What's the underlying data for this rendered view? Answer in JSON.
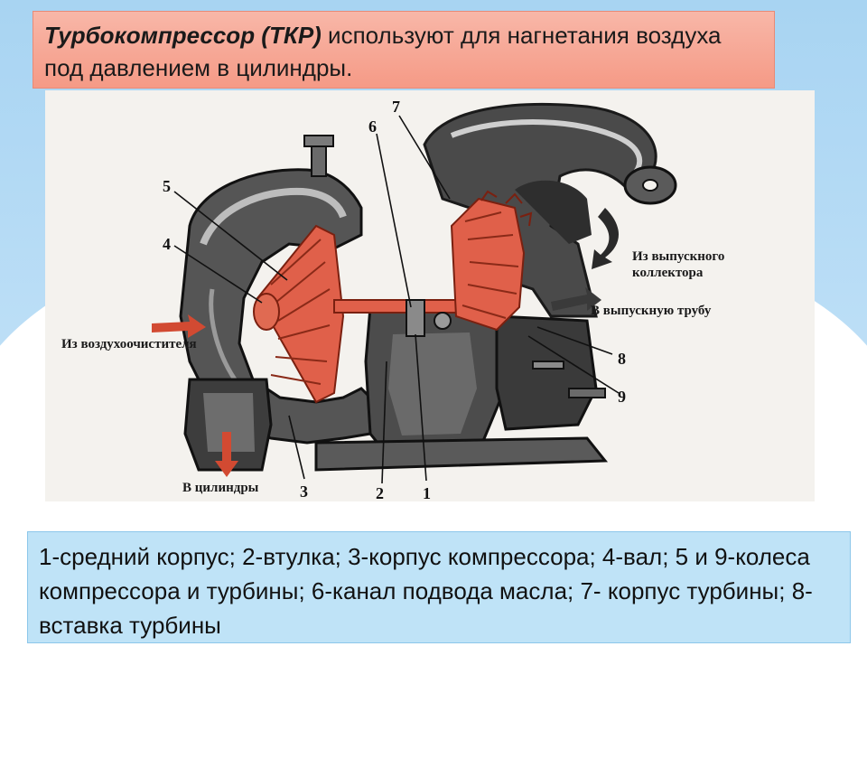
{
  "title": {
    "bold_part": "Турбокомпрессор (ТКР)",
    "rest": " используют для нагнетания воздуха под давлением в цилиндры."
  },
  "diagram": {
    "callouts": [
      "7",
      "6",
      "5",
      "4",
      "8",
      "9",
      "3",
      "2",
      "1"
    ],
    "flow_labels": {
      "air_in": "Из воздухоочистителя",
      "to_cylinders": "В цилиндры",
      "from_exhaust_1": "Из выпускного",
      "from_exhaust_2": "коллектора",
      "to_exhaust_pipe": "В выпускную трубу"
    }
  },
  "legend": {
    "text": "1-средний корпус; 2-втулка; 3-корпус компрессора; 4-вал; 5 и 9-колеса компрессора и турбины; 6-канал подвода масла; 7- корпус турбины; 8-вставка турбины"
  },
  "colors": {
    "title_bg": "#f59a86",
    "legend_bg": "#bfe3f7",
    "rotor": "#e0604a",
    "housing": "#3a3a3a"
  }
}
